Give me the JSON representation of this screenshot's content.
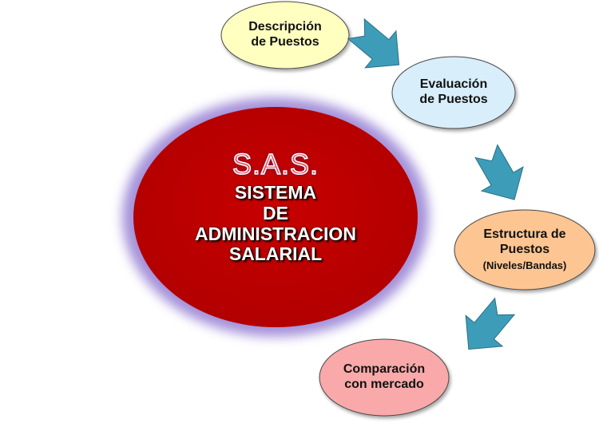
{
  "diagram": {
    "center": {
      "title": "S.A.S.",
      "lines": [
        "SISTEMA",
        "DE",
        "ADMINISTRACION",
        "SALARIAL"
      ]
    },
    "nodes": {
      "descripcion": {
        "lines": [
          "Descripción",
          "de Puestos"
        ]
      },
      "evaluacion": {
        "lines": [
          "Evaluación",
          "de Puestos"
        ]
      },
      "estructura": {
        "lines": [
          "Estructura de",
          "Puestos",
          "(Niveles/Bandas)"
        ]
      },
      "comparacion": {
        "lines": [
          "Comparación",
          "con mercado"
        ]
      }
    },
    "colors": {
      "center_fill": "#c00000",
      "center_glow": "#9b86d6",
      "descripcion_fill": "#ffffc0",
      "evaluacion_fill": "#d8eefb",
      "estructura_fill": "#fcc592",
      "comparacion_fill": "#f9a9a9",
      "arrow_fill": "#3d9db9"
    }
  }
}
